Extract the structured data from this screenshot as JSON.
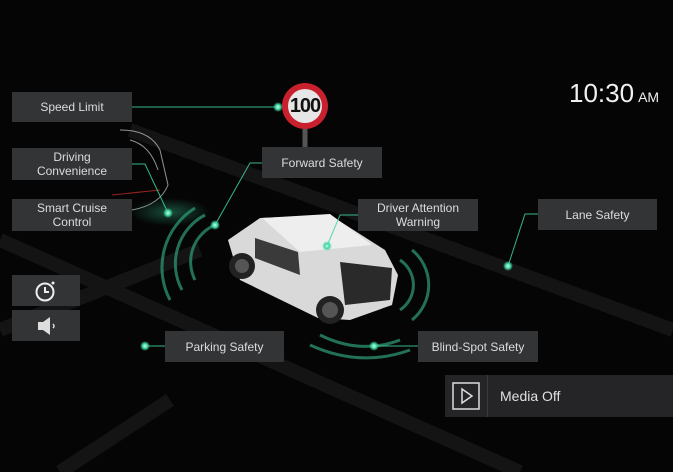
{
  "clock": {
    "time": "10:30",
    "ampm": "AM"
  },
  "speed_sign": {
    "value": "100"
  },
  "labels": {
    "speed_limit": "Speed Limit",
    "driving_convenience": "Driving\nConvenience",
    "smart_cruise": "Smart Cruise\nControl",
    "forward_safety": "Forward Safety",
    "driver_attention": "Driver Attention\nWarning",
    "lane_safety": "Lane Safety",
    "parking_safety": "Parking Safety",
    "blind_spot": "Blind-Spot Safety"
  },
  "media": {
    "label": "Media Off"
  },
  "colors": {
    "accent": "#3fd6a0",
    "label_bg": "#333436",
    "sign_red": "#c8202c"
  }
}
